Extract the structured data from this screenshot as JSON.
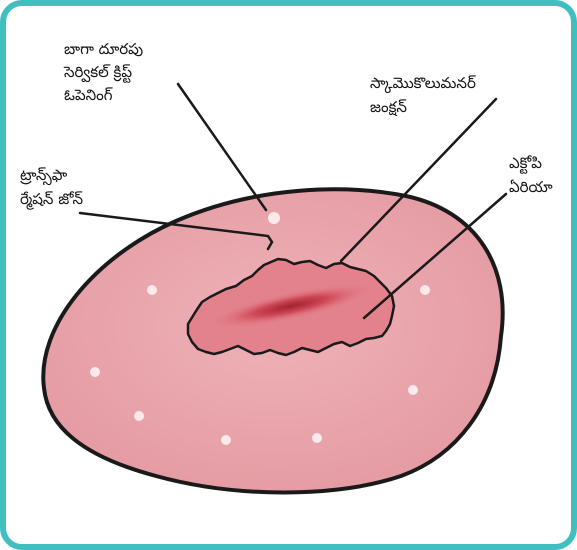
{
  "labels": {
    "os_line1": "బాగా దూరపు",
    "os_line2": "సెర్వికల్ క్రిప్ట్",
    "os_line3": "ఓపెనింగ్",
    "sq_line1": "స్కామొకొలుమనర్",
    "sq_line2": "జంక్షన్",
    "tz_line1": "ట్రాన్స్‌ఫా",
    "tz_line2": "ర్మేషన్ జోన్",
    "ec_line1": "ఎక్టోపి",
    "ec_line2": "ఏరియా"
  },
  "colors": {
    "frame": "#3fbfc0",
    "cervix_fill": "#eba7ae",
    "ectropion_fill": "#e3828c",
    "os_center": "#b8303f",
    "outline": "#1a1a1a",
    "gland_dots": "#fbe9ec"
  }
}
